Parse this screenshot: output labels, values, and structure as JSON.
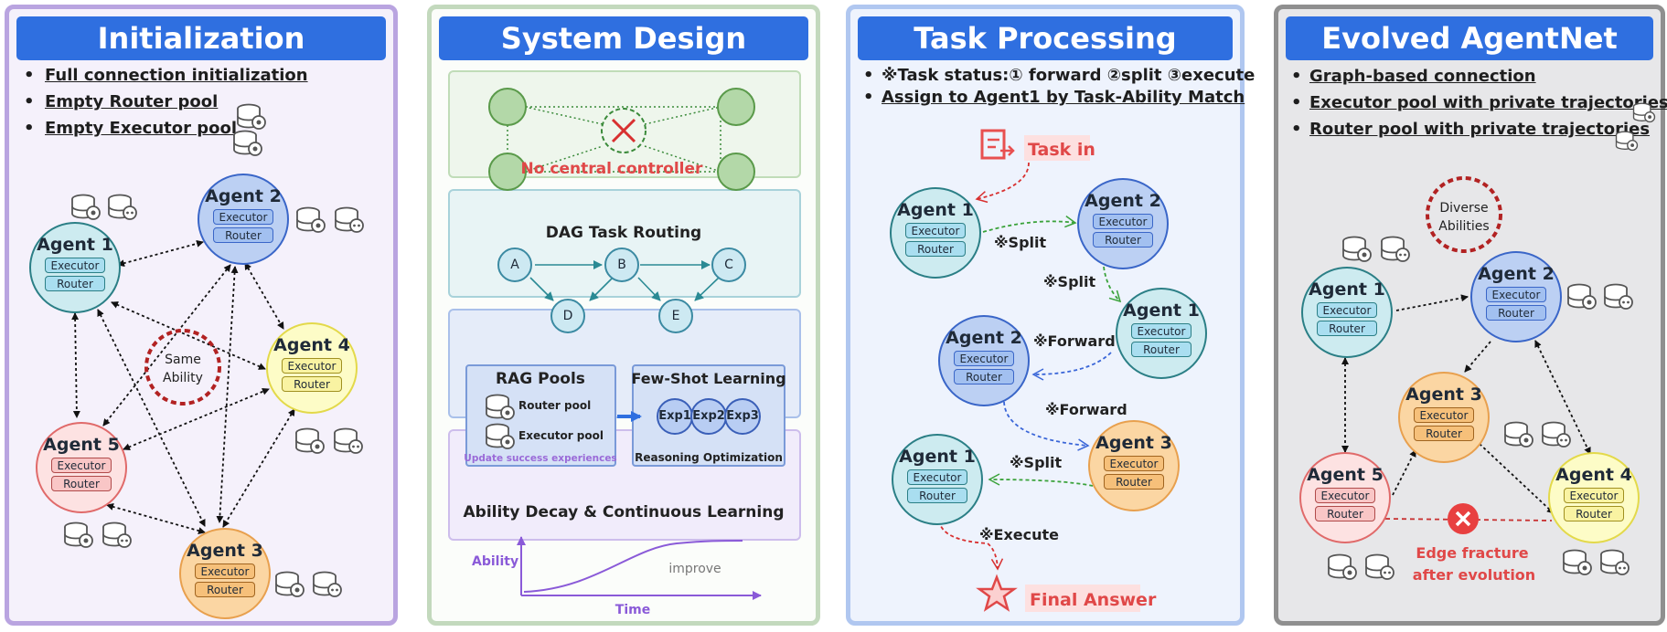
{
  "panels": {
    "init": {
      "title": "Initialization",
      "bullets": [
        "Full connection initialization",
        "Empty Router pool",
        "Empty Executor pool"
      ],
      "same_ability": [
        "Same",
        "Ability"
      ]
    },
    "design": {
      "title": "System Design",
      "no_controller": "No central controller",
      "dag_title": "DAG Task Routing",
      "dag_nodes": [
        "A",
        "B",
        "C",
        "D",
        "E"
      ],
      "rag_title": "RAG Pools",
      "router_pool": "Router pool",
      "executor_pool": "Executor pool",
      "update_note": "Update success  experiences",
      "fewshot_title": "Few-Shot Learning",
      "exps": [
        "Exp1",
        "Exp2",
        "Exp3"
      ],
      "reasoning": "Reasoning Optimization",
      "decay_title": "Ability Decay & Continuous Learning",
      "ability_axis": "Ability",
      "time_axis": "Time",
      "improve": "improve"
    },
    "task": {
      "title": "Task Processing",
      "bullets": [
        "※Task status:① forward ②split ③execute",
        "Assign to Agent1 by Task-Ability Match"
      ],
      "task_in": "Task in",
      "edge_labels": [
        "※Split",
        "※Split",
        "※Forward",
        "※Forward",
        "※Split",
        "※Execute"
      ],
      "final": "Final Answer"
    },
    "evolved": {
      "title": "Evolved AgentNet",
      "bullets": [
        "Graph-based connection ",
        "Executor pool with private trajectories",
        "Router pool with private trajectories"
      ],
      "diverse": [
        "Diverse",
        "Abilities"
      ],
      "fracture": [
        "Edge fracture",
        "after evolution"
      ]
    }
  },
  "agents": {
    "agent1": "Agent 1",
    "agent2": "Agent 2",
    "agent3": "Agent 3",
    "agent4": "Agent 4",
    "agent5": "Agent 5",
    "executor": "Executor",
    "router": "Router"
  },
  "colors": {
    "title_bg": "#2f6fe0",
    "teal": "#cdebf0",
    "blue": "#bcd0f3",
    "yellow": "#fdfcc7",
    "red": "#fde2e2",
    "orange": "#fbd6a3",
    "alert": "#e04848"
  },
  "icons": [
    "database-gear-icon",
    "database-robot-icon",
    "task-document-icon",
    "star-icon",
    "fracture-x-icon"
  ]
}
